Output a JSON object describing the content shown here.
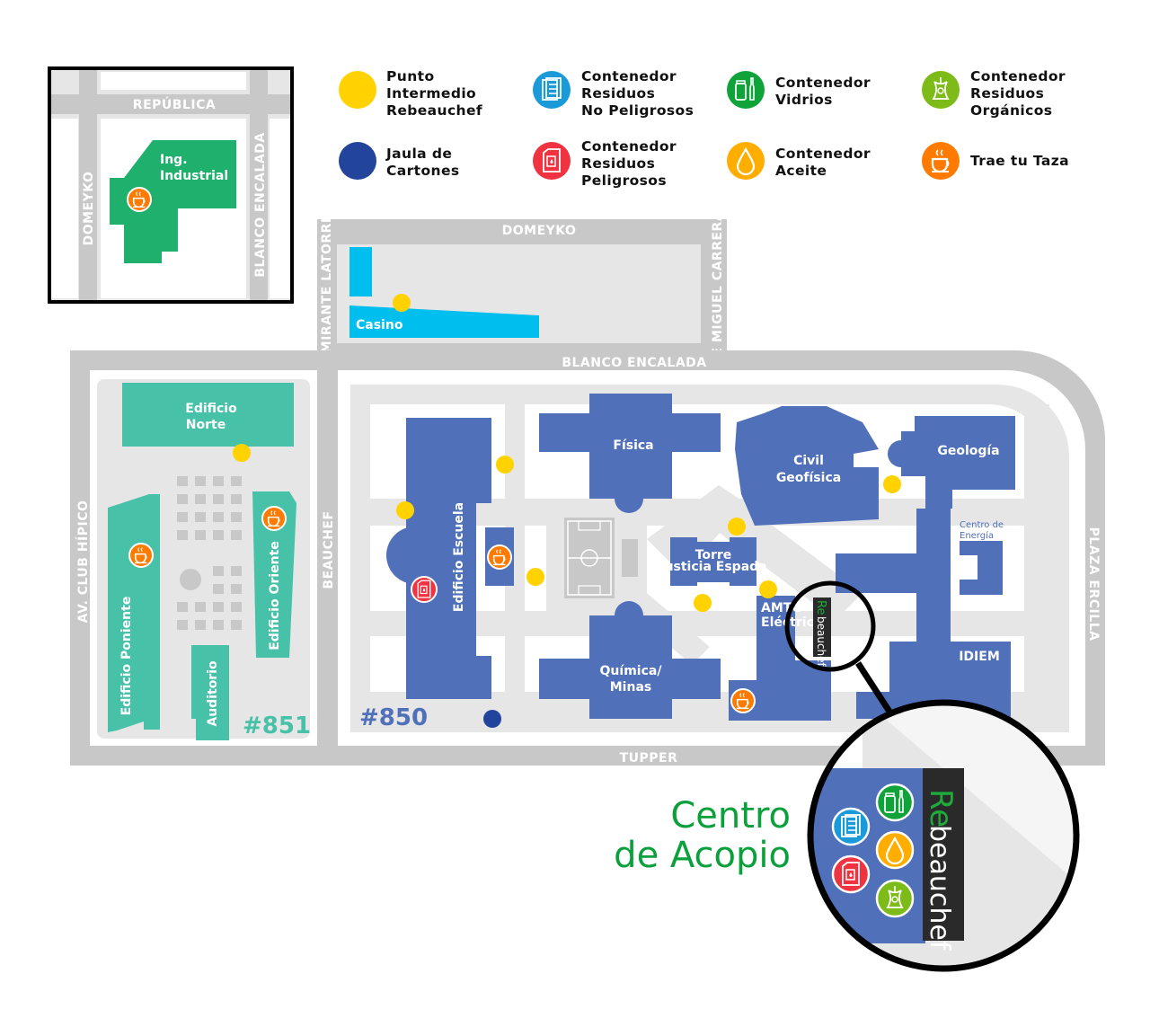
{
  "legend": [
    {
      "lines": [
        "Punto",
        "Intermedio",
        "Rebeauchef"
      ],
      "color": "#ffd200",
      "icon": "dot"
    },
    {
      "lines": [
        "Contenedor",
        "Residuos",
        "No Peligrosos"
      ],
      "color": "#1a9ad9",
      "icon": "paper-icon"
    },
    {
      "lines": [
        "Contenedor",
        "Vidrios"
      ],
      "color": "#10a33a",
      "icon": "glass-icon"
    },
    {
      "lines": [
        "Contenedor",
        "Residuos",
        "Orgánicos"
      ],
      "color": "#7dbb18",
      "icon": "organic-icon"
    },
    {
      "lines": [
        "Jaula de",
        "Cartones"
      ],
      "color": "#22449a",
      "icon": "dot"
    },
    {
      "lines": [
        "Contenedor",
        "Residuos",
        "Peligrosos"
      ],
      "color": "#ef3340",
      "icon": "hazard-icon"
    },
    {
      "lines": [
        "Contenedor",
        "Aceite"
      ],
      "color": "#ffae00",
      "icon": "oil-drop-icon"
    },
    {
      "lines": [
        "Trae tu Taza"
      ],
      "color": "#ff7a00",
      "icon": "coffee-cup-icon"
    }
  ],
  "inset": {
    "streets": {
      "top": "REPÚBLICA",
      "left": "DOMEYKO",
      "right": "BLANCO ENCALADA"
    },
    "building": [
      "Ing.",
      "Industrial"
    ]
  },
  "streets": {
    "domeyko": "DOMEYKO",
    "almirante": "ALMIRANTE LATORRE",
    "jose_miguel": "JOSÉ MIGUEL CARRERA",
    "blanco": "BLANCO ENCALADA",
    "tupper": "TUPPER",
    "beauchef": "BEAUCHEF",
    "club_hipico": "AV. CLUB HÍPICO",
    "ercilla": "PLAZA ERCILLA"
  },
  "buildings": {
    "casino": "Casino",
    "norte": [
      "Edificio",
      "Norte"
    ],
    "poniente": "Edificio Poniente",
    "oriente": "Edificio Oriente",
    "auditorio": "Auditorio",
    "escuela": "Edificio Escuela",
    "fisica": "Física",
    "quimica": [
      "Química/",
      "Minas"
    ],
    "civil": [
      "Civil",
      "Geofísica"
    ],
    "geologia": "Geología",
    "energia": [
      "Centro de",
      "Energía"
    ],
    "torre": [
      "Torre",
      "Justicia Espada"
    ],
    "amtc": [
      "AMTC",
      "Eléctrica"
    ],
    "idiem": "IDIEM"
  },
  "campus_numbers": {
    "west": "#851",
    "east": "#850"
  },
  "rebeauchef": {
    "re": "Re",
    "rest": "beauchef"
  },
  "acopio": [
    "Centro",
    "de Acopio"
  ],
  "colors": {
    "blue_building": "#5070ba",
    "green_building": "#47c1a8",
    "road": "#c8c8c8",
    "acopio": "#0aa03c"
  }
}
